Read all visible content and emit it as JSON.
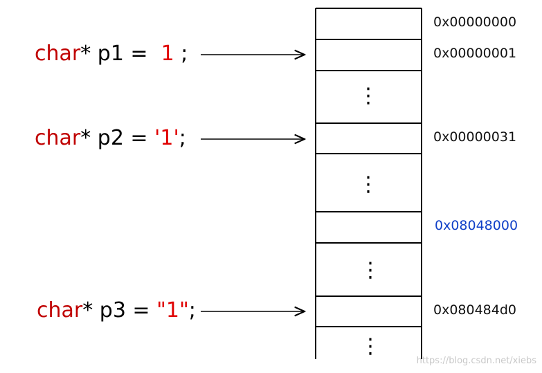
{
  "statements": [
    {
      "type_kw": "char",
      "rest": "* p1 = ",
      "literal": " 1 ",
      "end": ";"
    },
    {
      "type_kw": "char",
      "rest": "* p2 = ",
      "literal": "'1'",
      "end": ";"
    },
    {
      "type_kw": "char",
      "rest": "* p3 = ",
      "literal": "\"1\"",
      "end": ";"
    }
  ],
  "memory": {
    "addresses": [
      "0x00000000",
      "0x00000001",
      "0x00000031",
      "0x08048000",
      "0x080484d0"
    ],
    "highlight_color": "#1040c8",
    "ellipsis": "⋮"
  },
  "colors": {
    "keyword": "#c00000",
    "literal": "#e00000"
  },
  "watermark": "https://blog.csdn.net/xiebs"
}
